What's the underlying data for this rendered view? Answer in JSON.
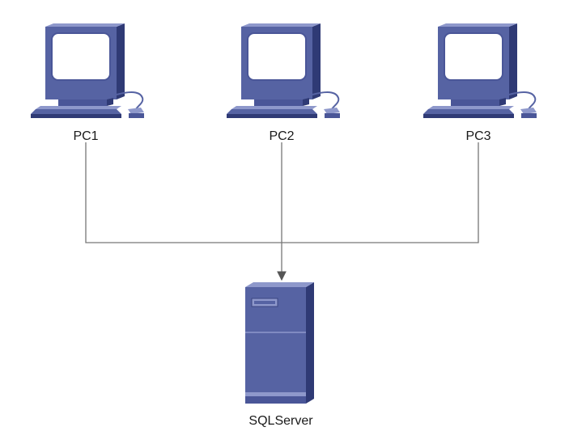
{
  "diagram": {
    "nodes": {
      "pc1": {
        "label": "PC1",
        "icon": "workstation-icon"
      },
      "pc2": {
        "label": "PC2",
        "icon": "workstation-icon"
      },
      "pc3": {
        "label": "PC3",
        "icon": "workstation-icon"
      },
      "server": {
        "label": "SQLServer",
        "icon": "server-tower-icon"
      }
    },
    "edges": [
      {
        "from": "PC1",
        "to": "SQLServer"
      },
      {
        "from": "PC2",
        "to": "SQLServer"
      },
      {
        "from": "PC3",
        "to": "SQLServer"
      }
    ],
    "colors": {
      "device_face": "#5663a3",
      "device_side": "#2f3a75",
      "device_highlight": "#8e98cb",
      "screen": "#ffffff",
      "connector": "#777777"
    }
  }
}
